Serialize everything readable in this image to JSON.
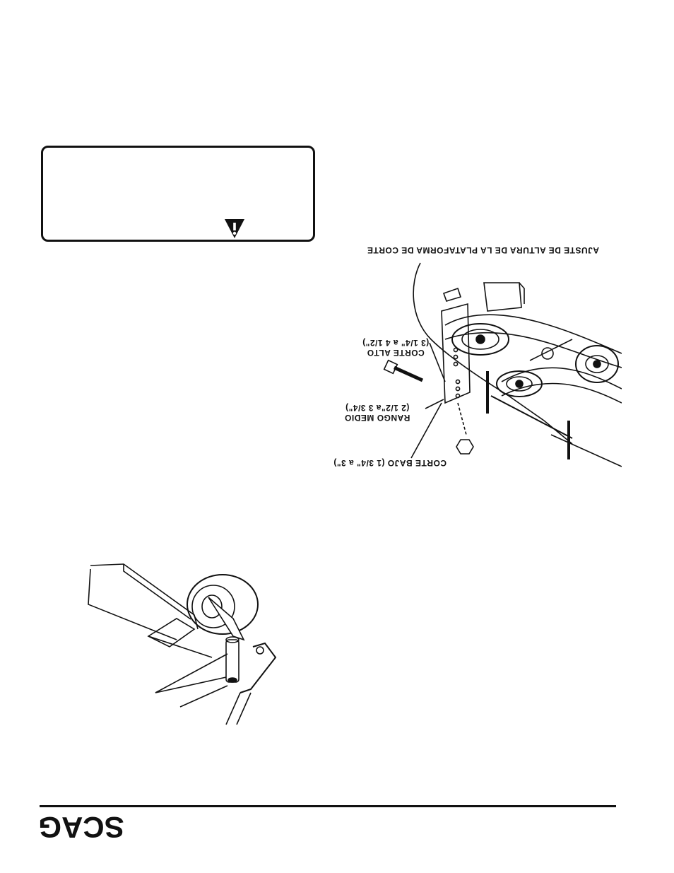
{
  "deck_figure": {
    "title": "AJUSTE DE ALTURA DE LA PLATAFORMA DE CORTE",
    "labels": {
      "alto_line1": "CORTE ALTO",
      "alto_line2": "(3 1/4\" a 4 1/2\")",
      "medio_line1": "RANGO MEDIO",
      "medio_line2": "(2 1/2\"a 3 3/4\")",
      "bajo": "CORTE BAJO (1 3/4\" a 3\")"
    }
  },
  "note_box": {
    "icon": "info-warning-icon"
  },
  "footer": {
    "logo_text": "SCAG"
  }
}
